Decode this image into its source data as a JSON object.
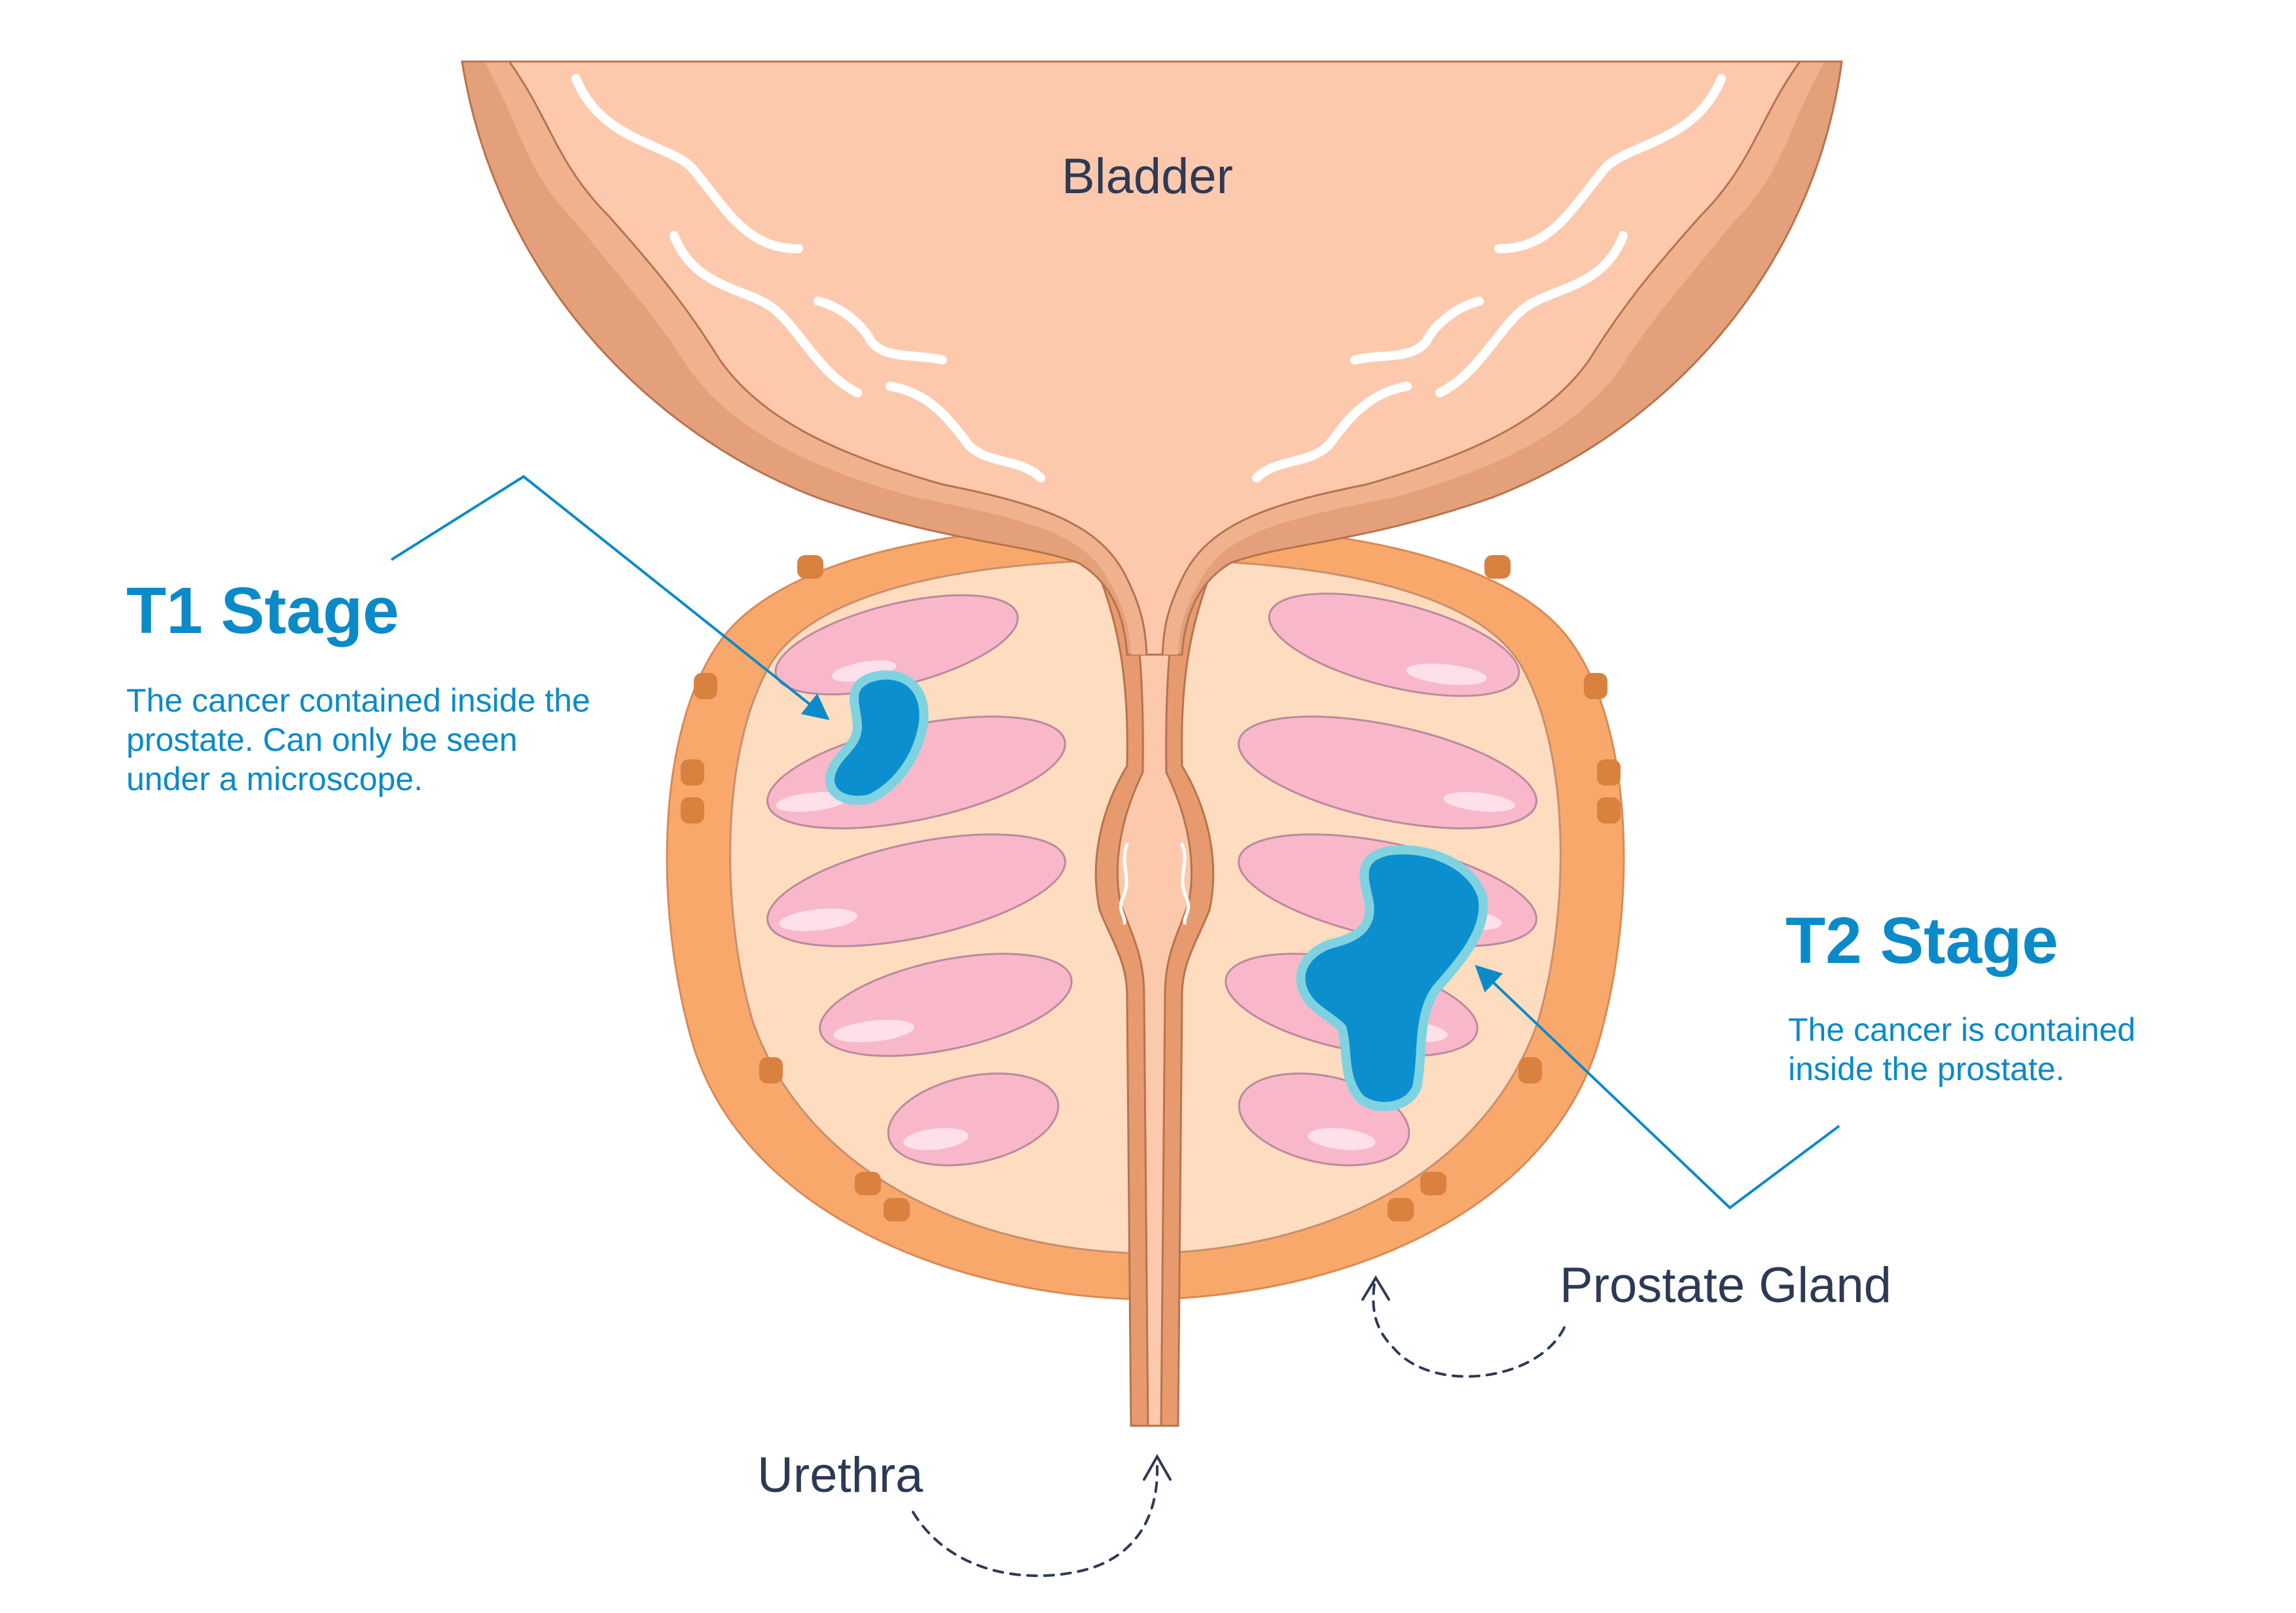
{
  "labels": {
    "bladder": "Bladder",
    "prostate_gland": "Prostate Gland",
    "urethra": "Urethra"
  },
  "stages": [
    {
      "title": "T1 Stage",
      "description": "The cancer contained inside the prostate. Can only be seen under a microscope."
    },
    {
      "title": "T2 Stage",
      "description": "The cancer is contained inside the prostate."
    }
  ],
  "colors": {
    "accent": "#0a8ac9",
    "tumor": "#0b8fcf",
    "tumor_outline": "#7fd3e0",
    "bladder_fill": "#fdc9ad",
    "bladder_wall": "#e3a07a",
    "prostate_capsule": "#f9a86c",
    "prostate_inner": "#fddcbf",
    "lobule": "#f9b8c9",
    "label_text": "#2d3a55"
  }
}
